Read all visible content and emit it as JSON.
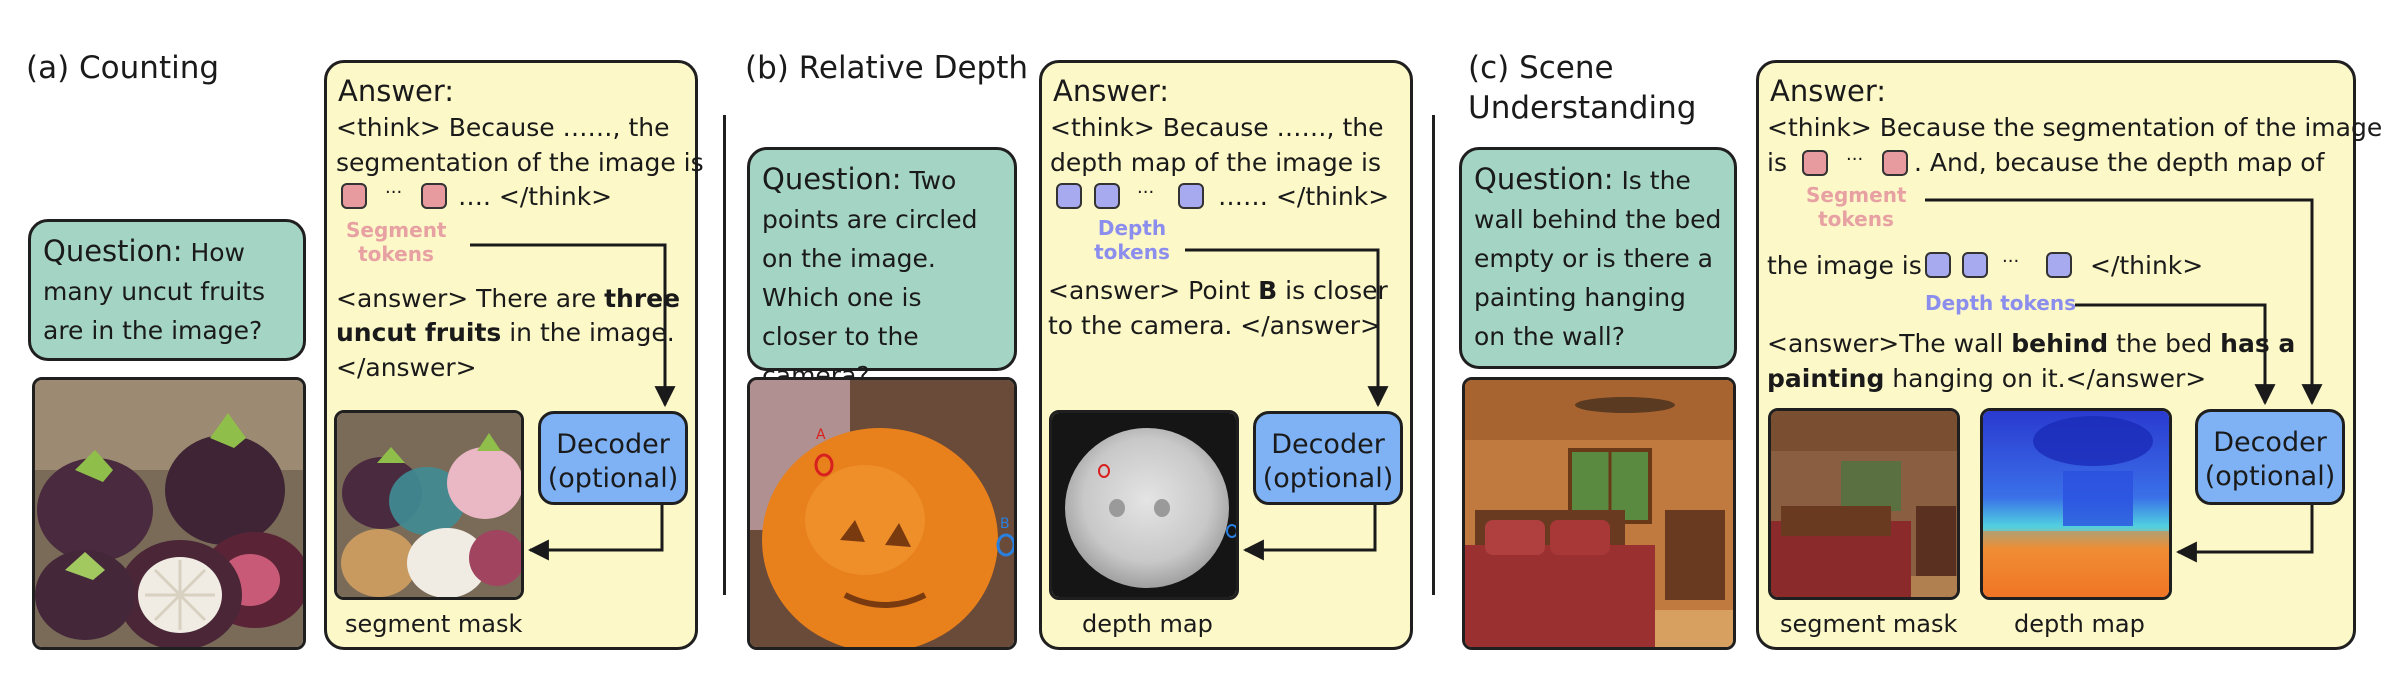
{
  "panel_a": {
    "title": "(a) Counting",
    "question_label": "Question:",
    "question_text": "How many uncut fruits are in the image?",
    "answer_label": "Answer:",
    "think_line1": "<think> Because ……, the",
    "think_line2": "segmentation of the image is",
    "think_end": "…. </think>",
    "seg_token_label_1": "Segment",
    "seg_token_label_2": "tokens",
    "answer_pre": "<answer> There are ",
    "answer_bold1": "three",
    "answer_bold2": "uncut fruits",
    "answer_post": " in the image.",
    "answer_end": "</answer>",
    "decoder_line1": "Decoder",
    "decoder_line2": "(optional)",
    "caption": "segment mask"
  },
  "panel_b": {
    "title": "(b) Relative Depth",
    "question_label": "Question:",
    "question_text": "Two points are circled on the image. Which one is closer to the camera?",
    "answer_label": "Answer:",
    "think_line1": "<think> Because ……, the",
    "think_line2": "depth map of the image is",
    "think_end": "…… </think>",
    "depth_token_label_1": "Depth",
    "depth_token_label_2": "tokens",
    "answer_pre": "<answer> Point ",
    "answer_bold": "B",
    "answer_post": " is closer",
    "answer_line2": "to the camera. </answer>",
    "decoder_line1": "Decoder",
    "decoder_line2": "(optional)",
    "caption": "depth map",
    "point_a": "A",
    "point_b": "B"
  },
  "panel_c": {
    "title_line1": "(c) Scene",
    "title_line2": "Understanding",
    "question_label": "Question:",
    "question_text": "Is the wall behind the bed empty or is there a painting hanging on the wall?",
    "answer_label": "Answer:",
    "think_line1": "<think> Because the segmentation of the image",
    "line2_pre": "is",
    "line2_post": ". And, because the depth map of",
    "seg_token_label_1": "Segment",
    "seg_token_label_2": "tokens",
    "line3_pre": "the image is",
    "line3_post": "</think>",
    "depth_token_label": "Depth tokens",
    "answer_pre": "<answer>The wall ",
    "answer_bold1": "behind",
    "answer_mid": " the bed ",
    "answer_bold2": "has a",
    "answer_bold3": "painting",
    "answer_post": " hanging on it.</answer>",
    "decoder_line1": "Decoder",
    "decoder_line2": "(optional)",
    "caption_seg": "segment mask",
    "caption_depth": "depth map"
  },
  "colors": {
    "question_bg": "#a4d4c4",
    "answer_bg": "#fcf8c8",
    "decoder_bg": "#7fb2f5",
    "segment_token": "#e79b9e",
    "depth_token": "#a8aaf0"
  }
}
